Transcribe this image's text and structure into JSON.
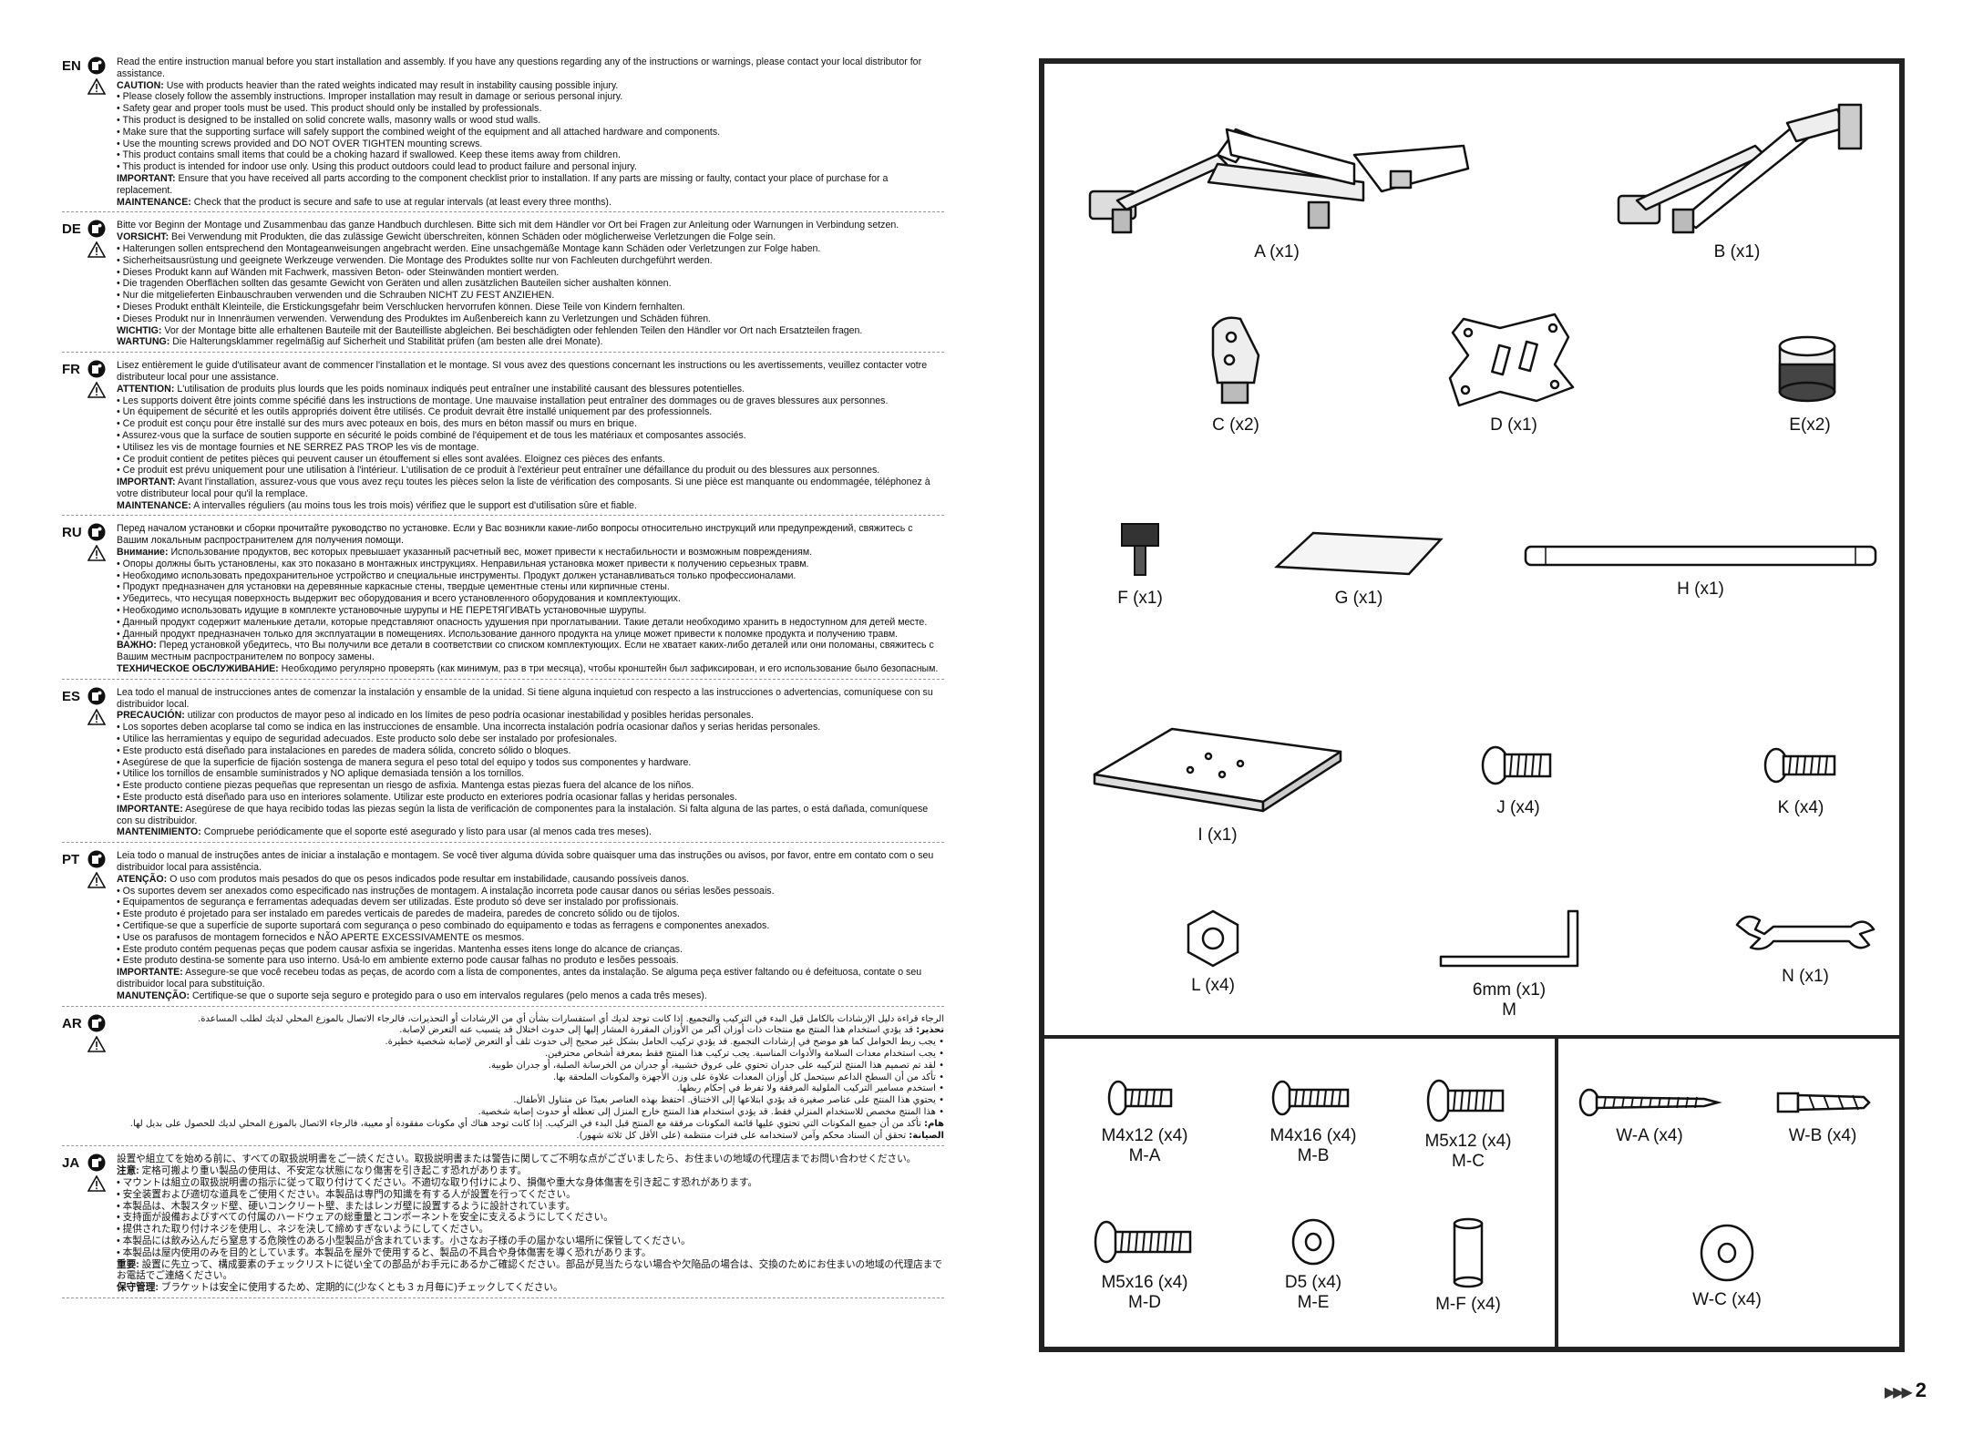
{
  "sections": [
    {
      "code": "EN",
      "intro": "Read the entire instruction manual before you start installation and assembly. If you have any questions regarding any of the instructions or warnings, please contact your local distributor for assistance.",
      "caution_label": "CAUTION:",
      "caution_text": "Use with products heavier than the rated weights indicated may result in instability causing possible injury.",
      "bullets": [
        "Please closely follow the assembly instructions. Improper installation may result in damage or serious personal injury.",
        "Safety gear and proper tools must be used. This product should only be installed by professionals.",
        "This product is designed to be installed on solid concrete walls, masonry walls or wood stud walls.",
        "Make sure that the supporting surface will safely support the combined weight of the equipment and all attached hardware and components.",
        "Use the mounting screws provided and DO NOT OVER TIGHTEN mounting screws.",
        "This product contains small items that could be a choking hazard if swallowed. Keep these items away from children.",
        "This product is intended for indoor use only. Using this product outdoors could lead to product failure and personal injury."
      ],
      "important_label": "IMPORTANT:",
      "important_text": "Ensure that you have received all parts according to the component checklist prior to installation. If any parts are missing or faulty, contact your place of purchase for a replacement.",
      "maintenance_label": "MAINTENANCE:",
      "maintenance_text": "Check that the product is secure and safe to use at regular intervals (at least every three months)."
    },
    {
      "code": "DE",
      "intro": "Bitte vor Beginn der Montage und Zusammenbau das ganze Handbuch durchlesen. Bitte sich mit dem Händler vor Ort bei Fragen zur Anleitung oder Warnungen in Verbindung setzen.",
      "caution_label": "VORSICHT:",
      "caution_text": "Bei Verwendung mit Produkten, die das zulässige Gewicht überschreiten, können Schäden oder möglicherweise Verletzungen die Folge sein.",
      "bullets": [
        "Halterungen sollen entsprechend den Montageanweisungen angebracht werden. Eine unsachgemäße Montage kann Schäden oder Verletzungen zur Folge haben.",
        "Sicherheitsausrüstung und geeignete Werkzeuge verwenden. Die Montage des Produktes sollte nur von Fachleuten durchgeführt werden.",
        "Dieses Produkt kann auf Wänden mit Fachwerk, massiven Beton- oder Steinwänden montiert werden.",
        "Die tragenden Oberflächen sollten das gesamte Gewicht von Geräten und allen zusätzlichen Bauteilen sicher aushalten können.",
        "Nur die mitgelieferten Einbauschrauben verwenden und die Schrauben NICHT ZU FEST ANZIEHEN.",
        "Dieses Produkt enthält Kleinteile, die Erstickungsgefahr beim Verschlucken hervorrufen können. Diese Teile von Kindern fernhalten.",
        "Dieses Produkt nur in Innenräumen verwenden. Verwendung des Produktes im Außenbereich kann zu Verletzungen und Schäden führen."
      ],
      "important_label": "WICHTIG:",
      "important_text": "Vor der Montage bitte alle erhaltenen Bauteile mit der Bauteilliste abgleichen. Bei beschädigten oder fehlenden Teilen den Händler vor Ort nach Ersatzteilen fragen.",
      "maintenance_label": "WARTUNG:",
      "maintenance_text": "Die Halterungsklammer regelmäßig auf Sicherheit und Stabilität prüfen (am besten alle drei Monate)."
    },
    {
      "code": "FR",
      "intro": "Lisez entièrement le guide d'utilisateur avant de commencer l'installation et le montage. SI vous avez des questions concernant les instructions ou les avertissements, veuillez contacter votre distributeur local pour une assistance.",
      "caution_label": "ATTENTION:",
      "caution_text": "L'utilisation de produits plus lourds que les poids nominaux indiqués peut entraîner une instabilité causant des blessures potentielles.",
      "bullets": [
        "Les supports doivent être joints comme spécifié dans les instructions de montage. Une mauvaise installation peut entraîner des dommages ou de graves blessures aux personnes.",
        "Un équipement de sécurité et les outils appropriés doivent être utilisés. Ce produit devrait être installé uniquement par des professionnels.",
        "Ce produit est conçu pour être installé sur des murs avec poteaux en bois, des murs en béton massif ou murs en brique.",
        "Assurez-vous que la surface de soutien supporte en sécurité le poids combiné de l'équipement et de tous les matériaux et composantes associés.",
        "Utilisez les vis de montage fournies et NE SERREZ PAS TROP les vis de montage.",
        "Ce produit contient de petites pièces qui peuvent causer un étouffement si elles sont avalées. Eloignez ces pièces des enfants.",
        "Ce produit est prévu uniquement pour une utilisation à l'intérieur. L'utilisation de ce produit à l'extérieur peut entraîner une défaillance du produit ou des blessures aux personnes."
      ],
      "important_label": "IMPORTANT:",
      "important_text": "Avant l'installation, assurez-vous que vous avez reçu toutes les pièces selon la liste de vérification des composants. Si une pièce est manquante ou endommagée, téléphonez à votre distributeur local pour qu'il la remplace.",
      "maintenance_label": "MAINTENANCE:",
      "maintenance_text": "A intervalles réguliers (au moins tous les trois mois) vérifiez que le support est d'utilisation sûre et fiable."
    },
    {
      "code": "RU",
      "intro": "Перед началом установки и сборки прочитайте руководство по установке. Если у Вас возникли какие-либо вопросы относительно инструкций или предупреждений, свяжитесь с Вашим локальным распространителем для получения помощи.",
      "caution_label": "Внимание:",
      "caution_text": "Использование продуктов, вес которых превышает указанный расчетный вес, может привести к нестабильности и возможным повреждениям.",
      "bullets": [
        "Опоры должны быть установлены, как это показано в монтажных инструкциях. Неправильная установка может привести к получению серьезных травм.",
        "Необходимо использовать предохранительное устройство и специальные инструменты. Продукт должен устанавливаться только профессионалами.",
        "Продукт предназначен для установки на деревянные каркасные стены, твердые цементные стены или кирпичные стены.",
        "Убедитесь, что несущая поверхность выдержит вес оборудования и всего установленного оборудования и комплектующих.",
        "Необходимо использовать идущие в комплекте установочные шурупы и НЕ ПЕРЕТЯГИВАТЬ установочные шурупы.",
        "Данный продукт содержит маленькие детали, которые представляют опасность удушения при проглатывании. Такие детали необходимо хранить в недоступном для детей месте.",
        "Данный продукт предназначен только для эксплуатации в помещениях. Использование данного продукта на улице может привести к поломке продукта и получению травм."
      ],
      "important_label": "ВАЖНО:",
      "important_text": "Перед установкой убедитесь, что Вы получили все детали в соответствии со списком комплектующих. Если не хватает каких-либо деталей или они поломаны, свяжитесь с Вашим местным распространителем по вопросу замены.",
      "maintenance_label": "ТЕХНИЧЕСКОЕ ОБСЛУЖИВАНИЕ:",
      "maintenance_text": "Необходимо регулярно проверять (как минимум, раз в три месяца), чтобы кронштейн был зафиксирован, и его использование было безопасным."
    },
    {
      "code": "ES",
      "intro": "Lea todo el manual de instrucciones antes de comenzar la instalación y ensamble de la unidad. Si tiene alguna inquietud con respecto a las instrucciones o advertencias, comuníquese con su distribuidor local.",
      "caution_label": "PRECAUCIÓN:",
      "caution_text": "utilizar con productos de mayor peso al indicado en los límites de peso podría ocasionar inestabilidad y posibles heridas personales.",
      "bullets": [
        "Los soportes deben acoplarse tal como se indica en las instrucciones de ensamble. Una incorrecta instalación podría ocasionar daños y serias heridas personales.",
        "Utilice las herramientas y equipo de seguridad adecuados. Este producto solo debe ser instalado por profesionales.",
        "Este producto está diseñado para instalaciones en paredes de madera sólida, concreto sólido o bloques.",
        "Asegúrese de que la superficie de fijación sostenga de manera segura el peso total del equipo y todos sus componentes y hardware.",
        "Utilice los tornillos de ensamble suministrados y NO aplique demasiada tensión a los tornillos.",
        "Este producto contiene piezas pequeñas que representan un riesgo de asfixia. Mantenga estas piezas fuera del alcance de los niños.",
        "Este producto está diseñado para uso en interiores solamente. Utilizar este producto en exteriores podría ocasionar fallas y heridas personales."
      ],
      "important_label": "IMPORTANTE:",
      "important_text": "Asegúrese de que haya recibido todas las piezas según la lista de verificación de componentes para la instalación. Si falta alguna de las partes, o está dañada, comuníquese con su distribuidor.",
      "maintenance_label": "MANTENIMIENTO:",
      "maintenance_text": "Compruebe periódicamente que el soporte esté asegurado y listo para usar (al menos cada tres meses)."
    },
    {
      "code": "PT",
      "intro": "Leia todo o manual de instruções antes de iniciar a instalação e montagem. Se você tiver alguma dúvida sobre quaisquer uma das instruções ou avisos, por favor, entre em contato com o seu distribuidor local para assistência.",
      "caution_label": "ATENÇÃO:",
      "caution_text": "O uso com produtos mais pesados do que os pesos indicados pode resultar em instabilidade, causando possíveis danos.",
      "bullets": [
        "Os suportes devem ser anexados como especificado nas instruções de montagem. A instalação incorreta pode causar danos ou sérias lesões pessoais.",
        "Equipamentos de segurança e ferramentas adequadas devem ser utilizadas. Este produto só deve ser instalado por profissionais.",
        "Este produto é projetado para ser instalado em paredes verticais de paredes de madeira, paredes de concreto sólido ou de tijolos.",
        "Certifique-se que a superfície de suporte suportará com segurança o peso combinado do equipamento e todas as ferragens e componentes anexados.",
        "Use os parafusos de montagem fornecidos e NÃO APERTE EXCESSIVAMENTE os mesmos.",
        "Este produto contém pequenas peças que podem causar asfixia se ingeridas. Mantenha esses itens longe do alcance de crianças.",
        "Este produto destina-se somente para uso interno. Usá-lo em ambiente externo pode causar falhas no produto e lesões pessoais."
      ],
      "important_label": "IMPORTANTE:",
      "important_text": "Assegure-se que você recebeu todas as peças, de acordo com a lista de componentes, antes da instalação. Se alguma peça estiver faltando ou é defeituosa, contate o seu distribuidor local para substituição.",
      "maintenance_label": "MANUTENÇÃO:",
      "maintenance_text": "Certifique-se que o suporte seja seguro e protegido para o uso em intervalos regulares (pelo menos a cada três meses)."
    },
    {
      "code": "AR",
      "intro": "الرجاء قراءة دليل الإرشادات بالكامل قبل البدء في التركيب والتجميع. إذا كانت توجد لديك أي استفسارات بشأن أي من الإرشادات أو التحذيرات، فالرجاء الاتصال بالموزع المحلي لديك لطلب المساعدة.",
      "caution_label": "تحذير:",
      "caution_text": "قد يؤدي استخدام هذا المنتج مع منتجات ذات أوزان أكبر من الأوزان المقررة المشار إليها إلى حدوث اختلال قد يتسبب عنه التعرض لإصابة.",
      "bullets": [
        "يجب ربط الحوامل كما هو موضح في إرشادات التجميع. قد يؤدي تركيب الحامل بشكل غير صحيح إلى حدوث تلف أو التعرض لإصابة شخصية خطيرة.",
        "يجب استخدام معدات السلامة والأدوات المناسبة. يجب تركيب هذا المنتج فقط بمعرفة أشخاص محترفين.",
        "لقد تم تصميم هذا المنتج لتركيبه على جدران تحتوي على عروق خشبية، أو جدران من الخرسانة الصلبة، أو جدران طوبية.",
        "تأكد من أن السطح الداعم سيتحمل كل أوزان المعدات علاوة على وزن الأجهزة والمكونات الملحقة بها.",
        "استخدم مسامير التركيب الملولبة المرفقة ولا تفرط في إحكام ربطها.",
        "يحتوي هذا المنتج على عناصر صغيرة قد يؤدي ابتلاعها إلى الاختناق. احتفظ بهذه العناصر بعيدًا عن متناول الأطفال.",
        "هذا المنتج مخصص للاستخدام المنزلي فقط. قد يؤدي استخدام هذا المنتج خارج المنزل إلى تعطله أو حدوث إصابة شخصية."
      ],
      "important_label": "هام:",
      "important_text": "تأكد من أن جميع المكونات التي تحتوي عليها قائمة المكونات مرفقة مع المنتج قبل البدء في التركيب. إذا كانت توجد هناك أي مكونات مفقودة أو معيبة، فالرجاء الاتصال بالموزع المحلي لديك للحصول على بديل لها.",
      "maintenance_label": "الصيانة:",
      "maintenance_text": "تحقق أن السناد محكم وآمن لاستخدامه على فترات منتظمة (على الأقل كل ثلاثة شهور)."
    },
    {
      "code": "JA",
      "intro": "設置や組立てを始める前に、すべての取扱説明書をご一読ください。取扱説明書または警告に関してご不明な点がございましたら、お住まいの地域の代理店までお問い合わせください。",
      "caution_label": "注意:",
      "caution_text": "定格可搬より重い製品の使用は、不安定な状態になり傷害を引き起こす恐れがあります。",
      "bullets": [
        "マウントは組立の取扱説明書の指示に従って取り付けてください。不適切な取り付けにより、損傷や重大な身体傷害を引き起こす恐れがあります。",
        "安全装置および適切な道具をご使用ください。本製品は専門の知識を有する人が設置を行ってください。",
        "本製品は、木製スタッド壁、硬いコンクリート壁、またはレンガ壁に設置するように設計されています。",
        "支持面が設備およびすべての付属のハードウェアの総重量とコンポーネントを安全に支えるようにしてください。",
        "提供された取り付けネジを使用し、ネジを決して締めすぎないようにしてください。",
        "本製品には飲み込んだら窒息する危険性のある小型製品が含まれています。小さなお子様の手の届かない場所に保管してください。",
        "本製品は屋内使用のみを目的としています。本製品を屋外で使用すると、製品の不具合や身体傷害を導く恐れがあります。"
      ],
      "important_label": "重要:",
      "important_text": "設置に先立って、構成要素のチェックリストに従い全ての部品がお手元にあるかご確認ください。部品が見当たらない場合や欠陥品の場合は、交換のためにお住まいの地域の代理店までお電話でご連絡ください。",
      "maintenance_label": "保守管理:",
      "maintenance_text": "ブラケットは安全に使用するため、定期的に(少なくとも３ヵ月毎に)チェックしてください。"
    }
  ],
  "parts": {
    "A": "A (x1)",
    "B": "B (x1)",
    "C": "C (x2)",
    "D": "D (x1)",
    "E": "E(x2)",
    "F": "F (x1)",
    "G": "G (x1)",
    "H": "H (x1)",
    "I": "I (x1)",
    "J": "J (x4)",
    "K": "K (x4)",
    "L": "L (x4)",
    "M_label": "6mm (x1)",
    "M_code": "M",
    "N": "N (x1)"
  },
  "hardware": {
    "MA_label": "M4x12 (x4)",
    "MA_code": "M-A",
    "MB_label": "M4x16 (x4)",
    "MB_code": "M-B",
    "MC_label": "M5x12 (x4)",
    "MC_code": "M-C",
    "MD_label": "M5x16 (x4)",
    "MD_code": "M-D",
    "ME_label": "D5 (x4)",
    "ME_code": "M-E",
    "MF_label": "M-F (x4)",
    "WA_label": "W-A (x4)",
    "WB_label": "W-B (x4)",
    "WC_label": "W-C (x4)"
  },
  "page_number": "2",
  "colors": {
    "ink": "#111111",
    "frame": "#222222"
  }
}
